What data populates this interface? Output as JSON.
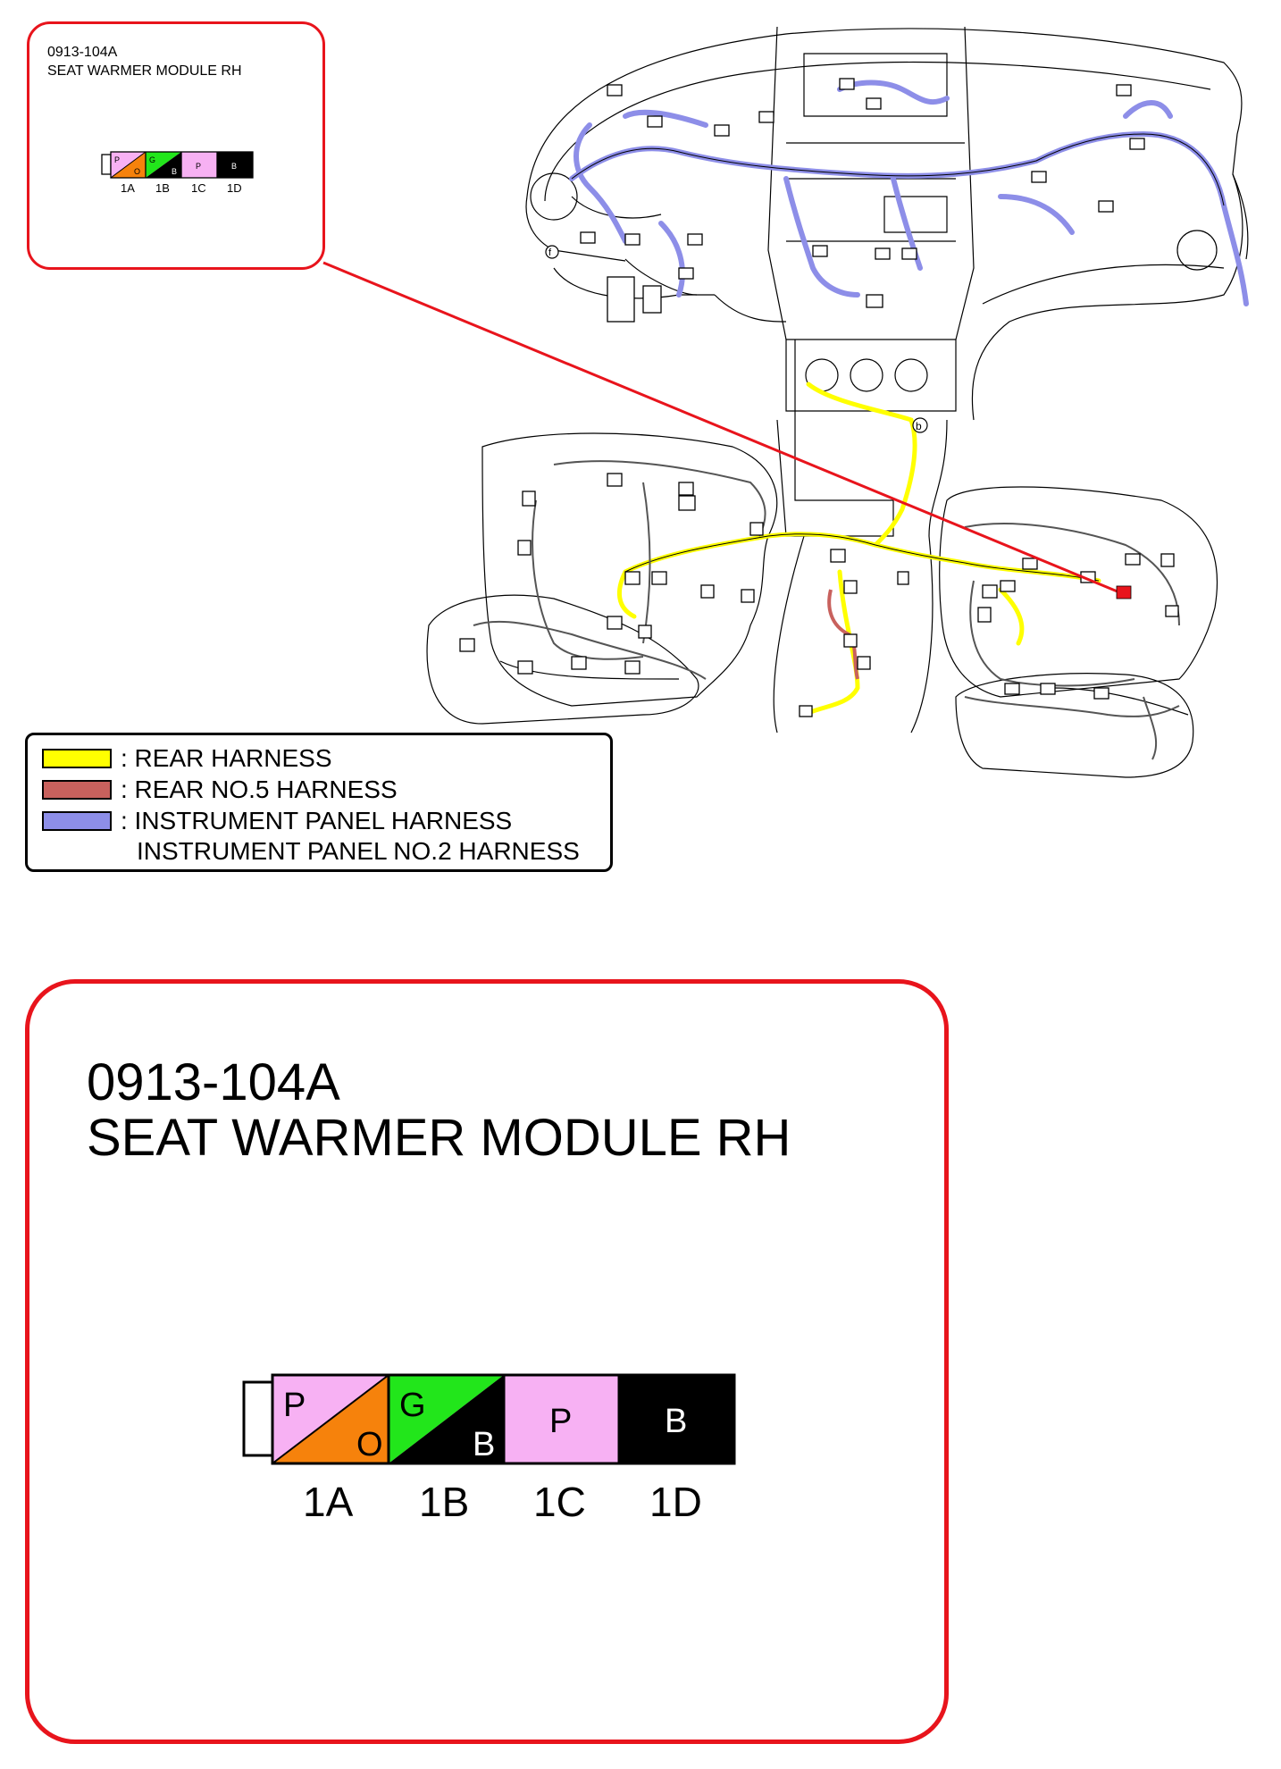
{
  "connector": {
    "code": "0913-104A",
    "name": "SEAT WARMER MODULE RH",
    "pins": [
      {
        "id": "1A",
        "top_color": "P",
        "bottom_color": "O",
        "split": true
      },
      {
        "id": "1B",
        "top_color": "G",
        "bottom_color": "B",
        "split": true
      },
      {
        "id": "1C",
        "color": "P",
        "split": false
      },
      {
        "id": "1D",
        "color": "B",
        "split": false
      }
    ]
  },
  "legend": {
    "items": [
      {
        "label": ": REAR HARNESS",
        "color": "#ffff00"
      },
      {
        "label": ": REAR NO.5 HARNESS",
        "color": "#c8615d"
      },
      {
        "label": ": INSTRUMENT PANEL HARNESS",
        "color": "#8d8ee8"
      }
    ],
    "extra_line": "INSTRUMENT PANEL NO.2 HARNESS"
  },
  "colors": {
    "callout_border": "#e8141c",
    "pink": "#f7b1f3",
    "orange": "#f6820c",
    "green": "#22e61b",
    "black": "#000000",
    "rear_harness": "#ffff00",
    "rear_no5_harness": "#c8615d",
    "instrument_panel_harness": "#8d8ee8",
    "connector_marker": "#e8141c"
  },
  "diagram_markers": [
    "b",
    "f"
  ]
}
